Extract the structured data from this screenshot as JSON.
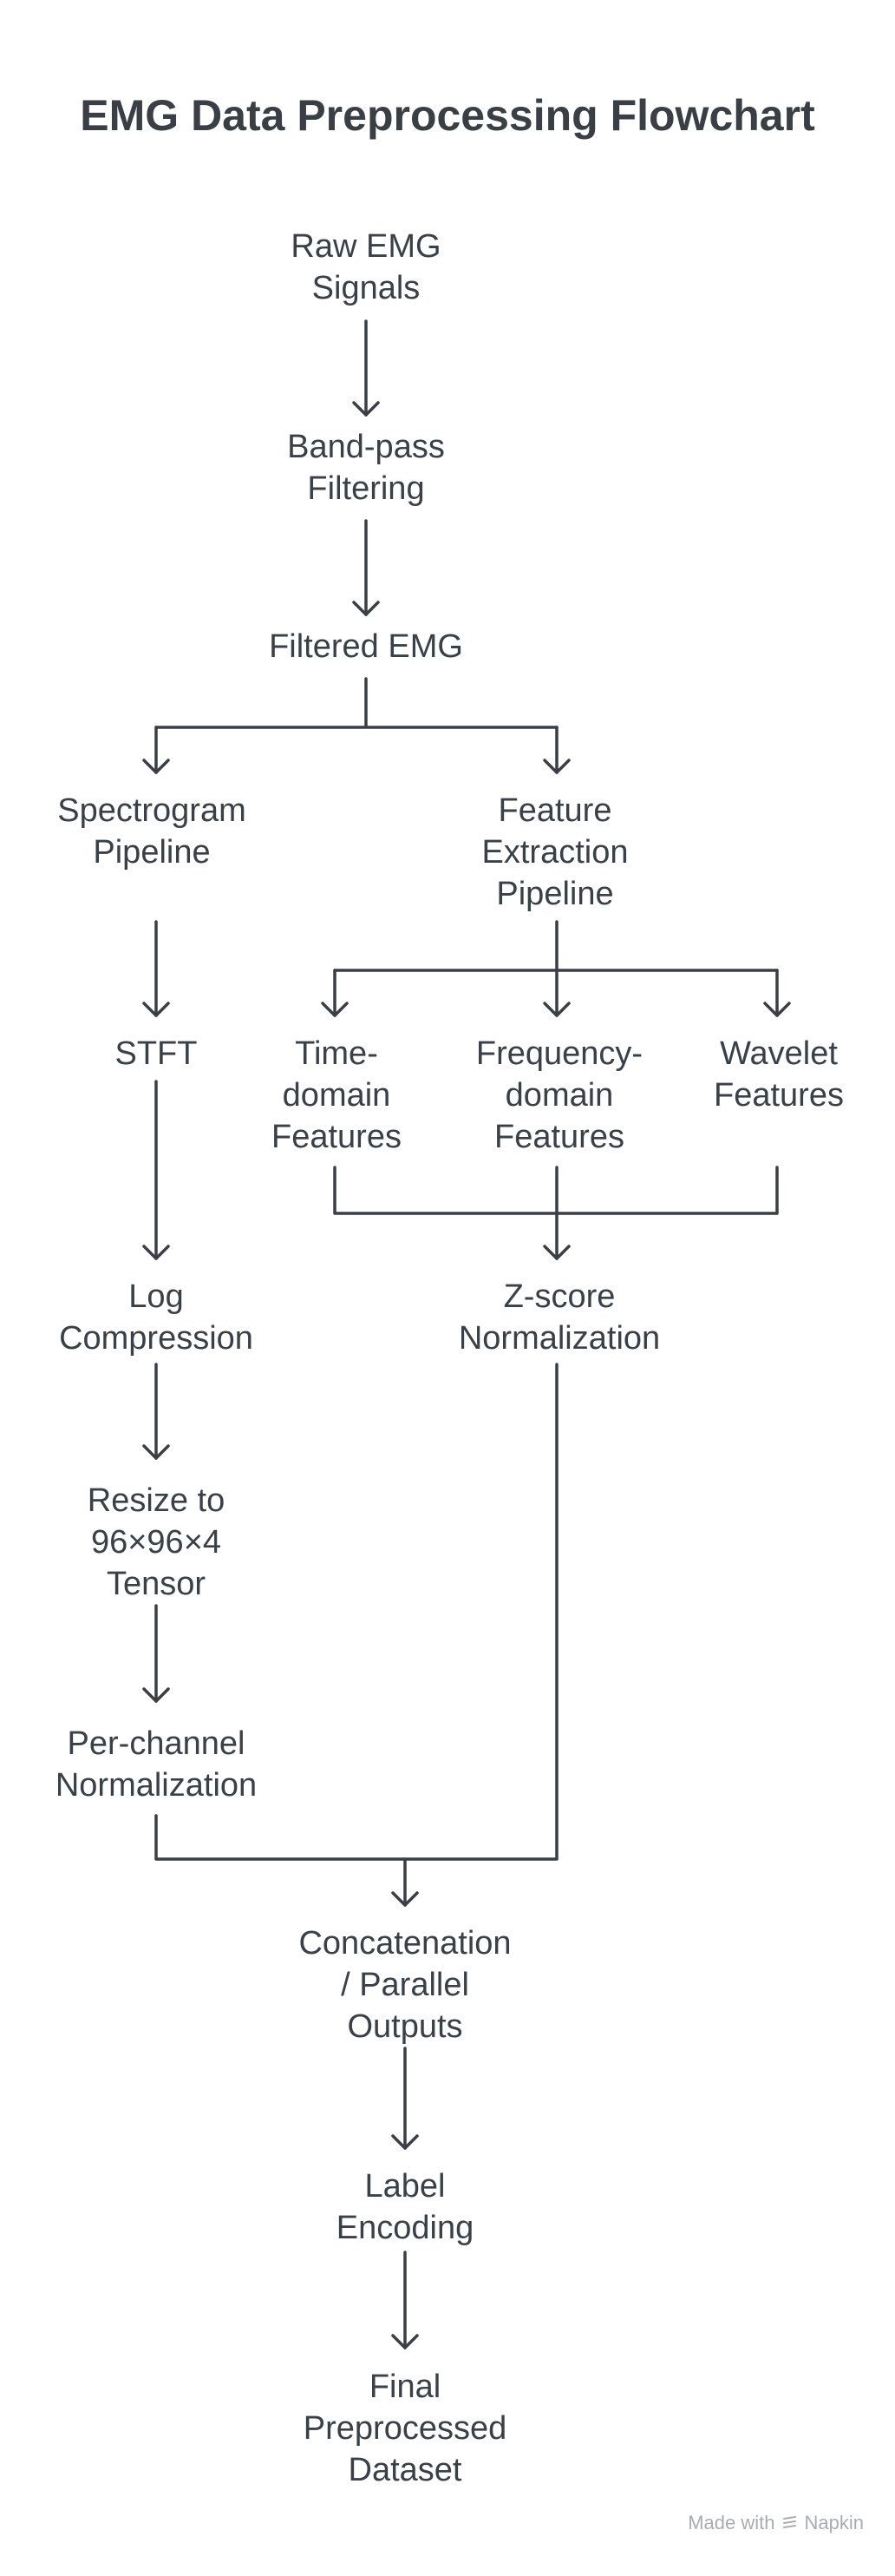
{
  "title": "EMG Data Preprocessing Flowchart",
  "nodes": {
    "raw_emg": "Raw EMG\nSignals",
    "bandpass": "Band-pass\nFiltering",
    "filtered": "Filtered EMG",
    "spectrogram": "Spectrogram\nPipeline",
    "feature_pipeline": "Feature\nExtraction\nPipeline",
    "stft": "STFT",
    "time_domain": "Time-\ndomain\nFeatures",
    "freq_domain": "Frequency-\ndomain\nFeatures",
    "wavelet": "Wavelet\nFeatures",
    "log_compression": "Log\nCompression",
    "zscore": "Z-score\nNormalization",
    "resize": "Resize to\n96×96×4\nTensor",
    "per_channel": "Per-channel\nNormalization",
    "concat": "Concatenation\n/ Parallel\nOutputs",
    "label_encoding": "Label\nEncoding",
    "final": "Final\nPreprocessed\nDataset"
  },
  "watermark": {
    "text": "Made with",
    "brand": "Napkin"
  },
  "colors": {
    "line": "#3a3f45",
    "text": "#3a4047",
    "watermark": "#a9adb2"
  }
}
